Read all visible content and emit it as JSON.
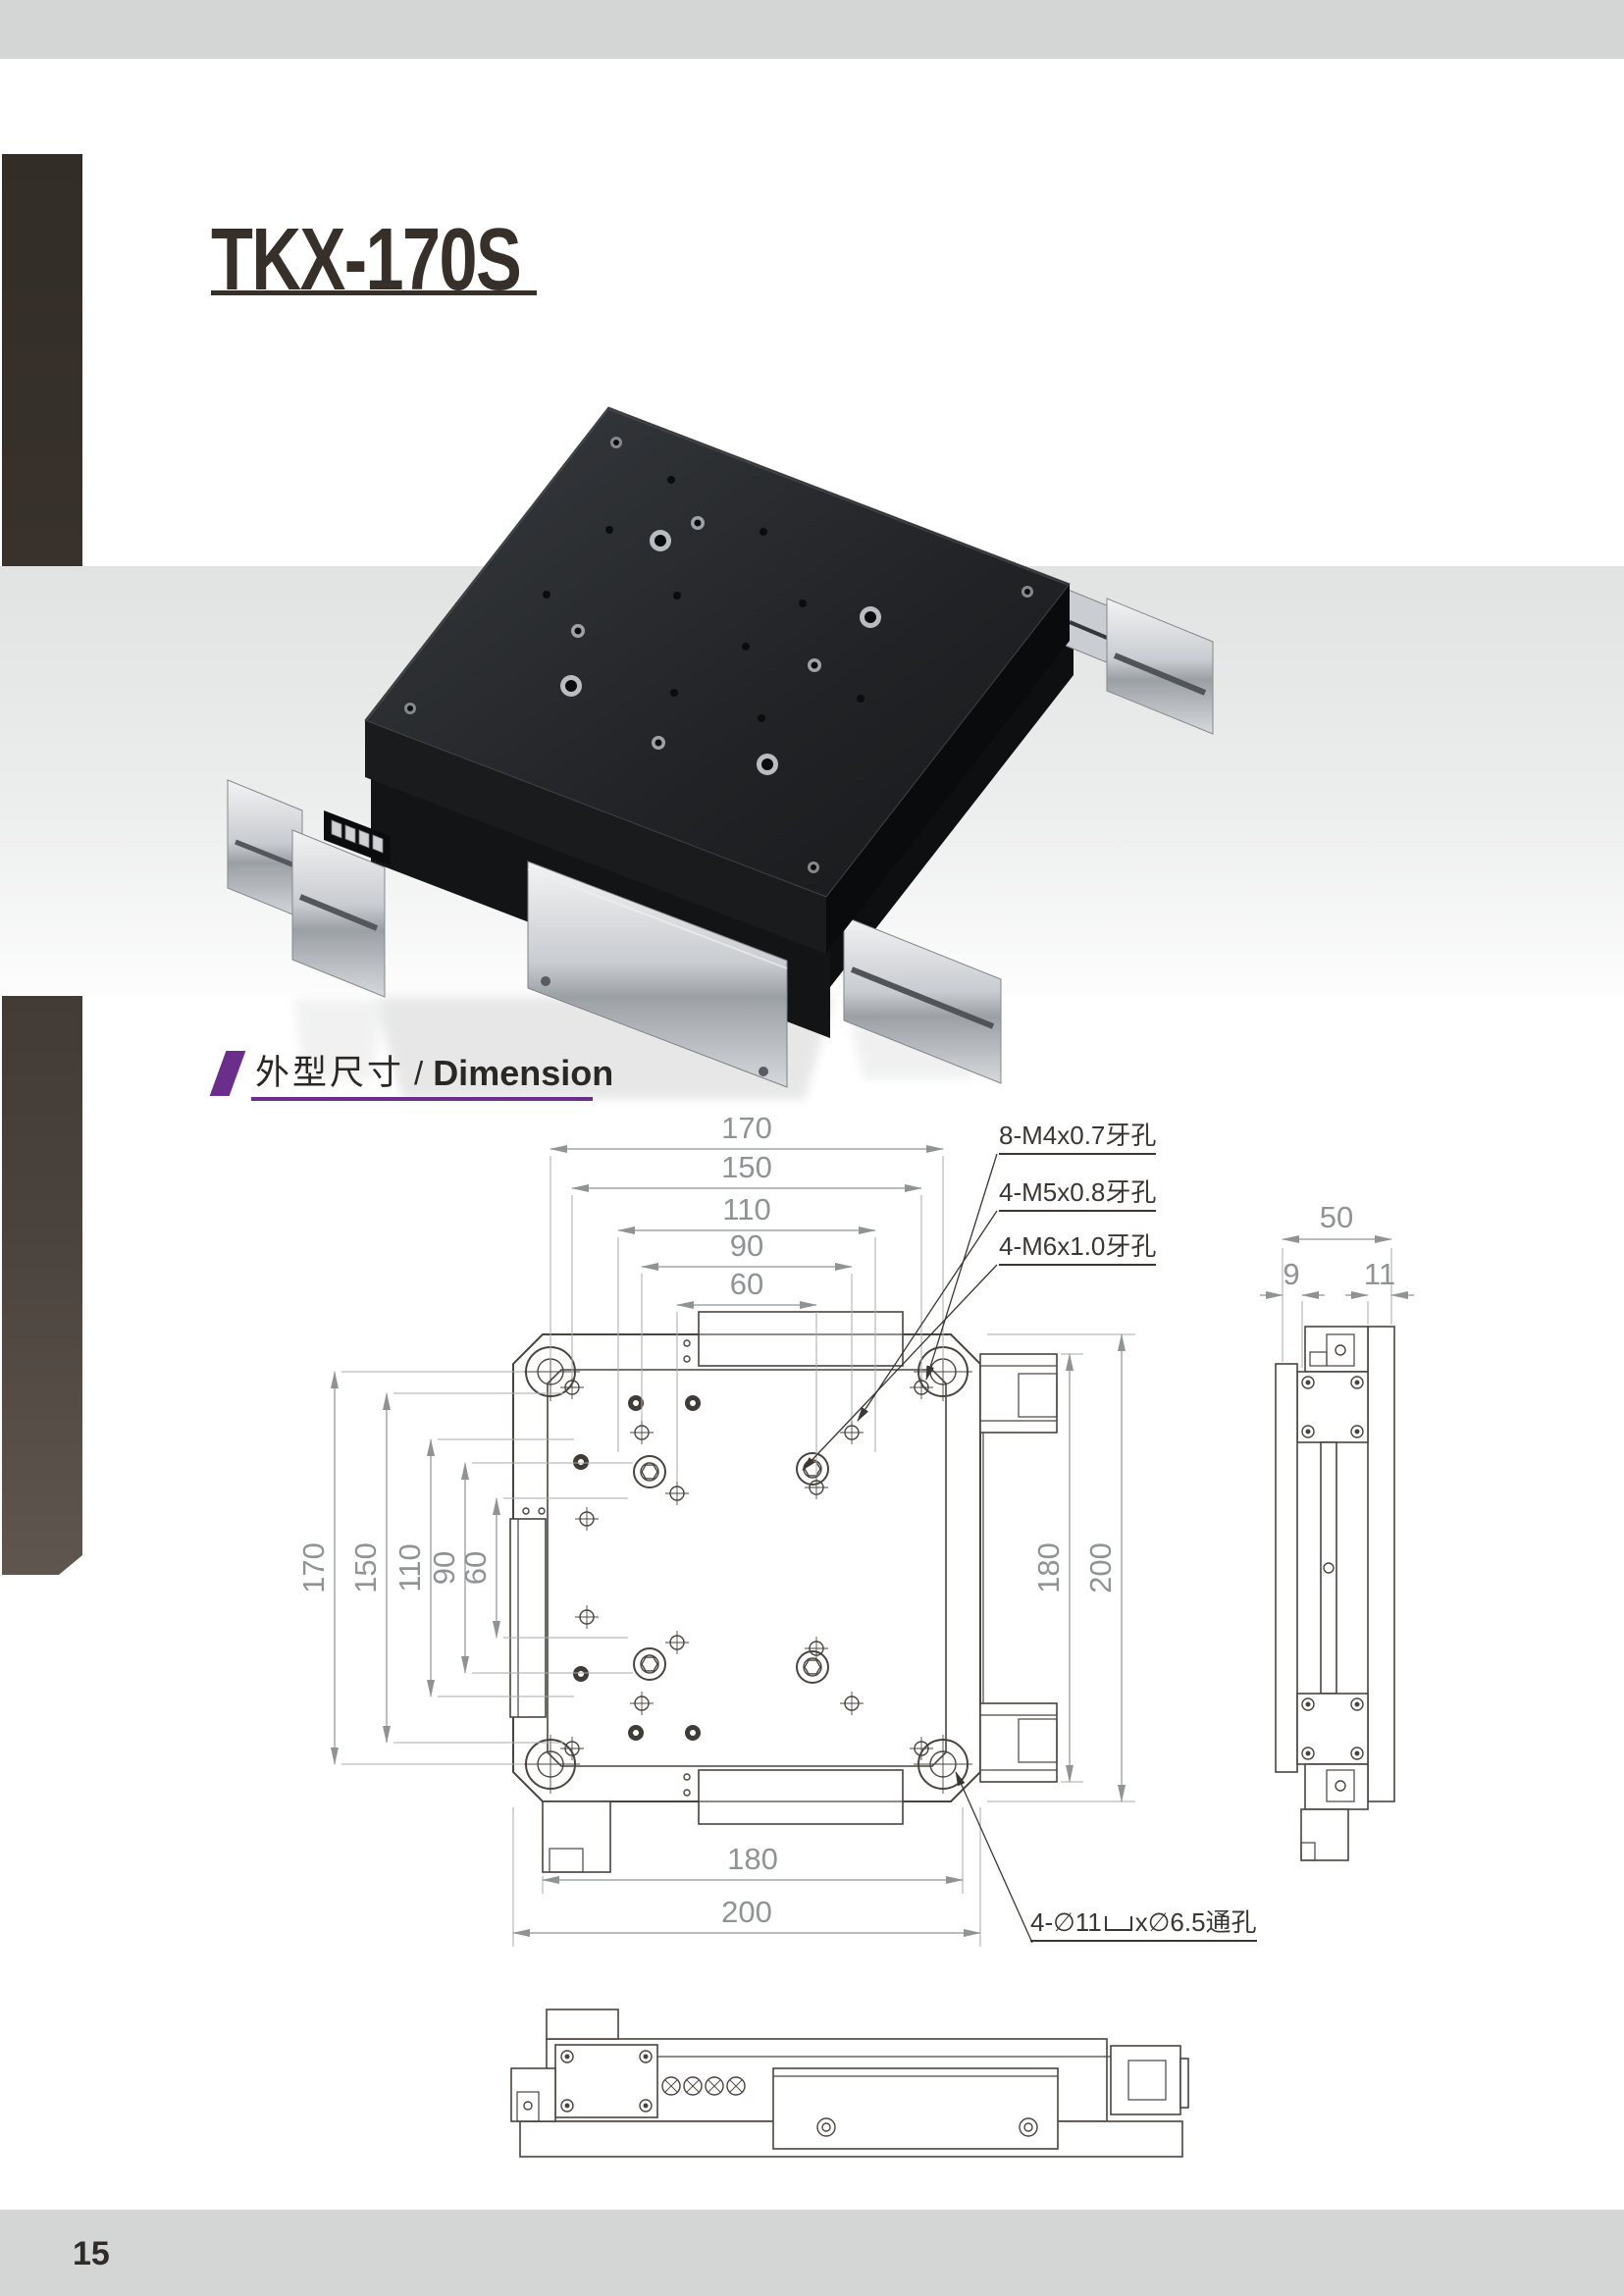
{
  "page": {
    "title": "TKX-170S",
    "page_number": "15"
  },
  "section_header": {
    "title_zh": "外型尺寸",
    "divider": "/",
    "title_en": "Dimension"
  },
  "drawing": {
    "plan": {
      "top_dims": [
        "170",
        "150",
        "110",
        "90",
        "60"
      ],
      "left_dims": [
        "170",
        "150",
        "110",
        "90",
        "60"
      ],
      "right_dims": [
        "180",
        "200"
      ],
      "bottom_dims": [
        "180",
        "200"
      ]
    },
    "side": {
      "dims": [
        "50",
        "9",
        "11"
      ]
    },
    "callouts": {
      "m4": "8-M4x0.7牙孔",
      "m5": "4-M5x0.8牙孔",
      "m6": "4-M6x1.0牙孔",
      "cbore_prefix": "4-∅11",
      "cbore_suffix": "x∅6.5通孔"
    }
  },
  "colors": {
    "accent_purple": "#6b2e8a",
    "header_bar_gray": "#d3d6d5",
    "sidebar_dark": "#332d28",
    "line_dark": "#4a443e",
    "dim_gray": "#8f9393",
    "text_dark": "#362f2a"
  }
}
